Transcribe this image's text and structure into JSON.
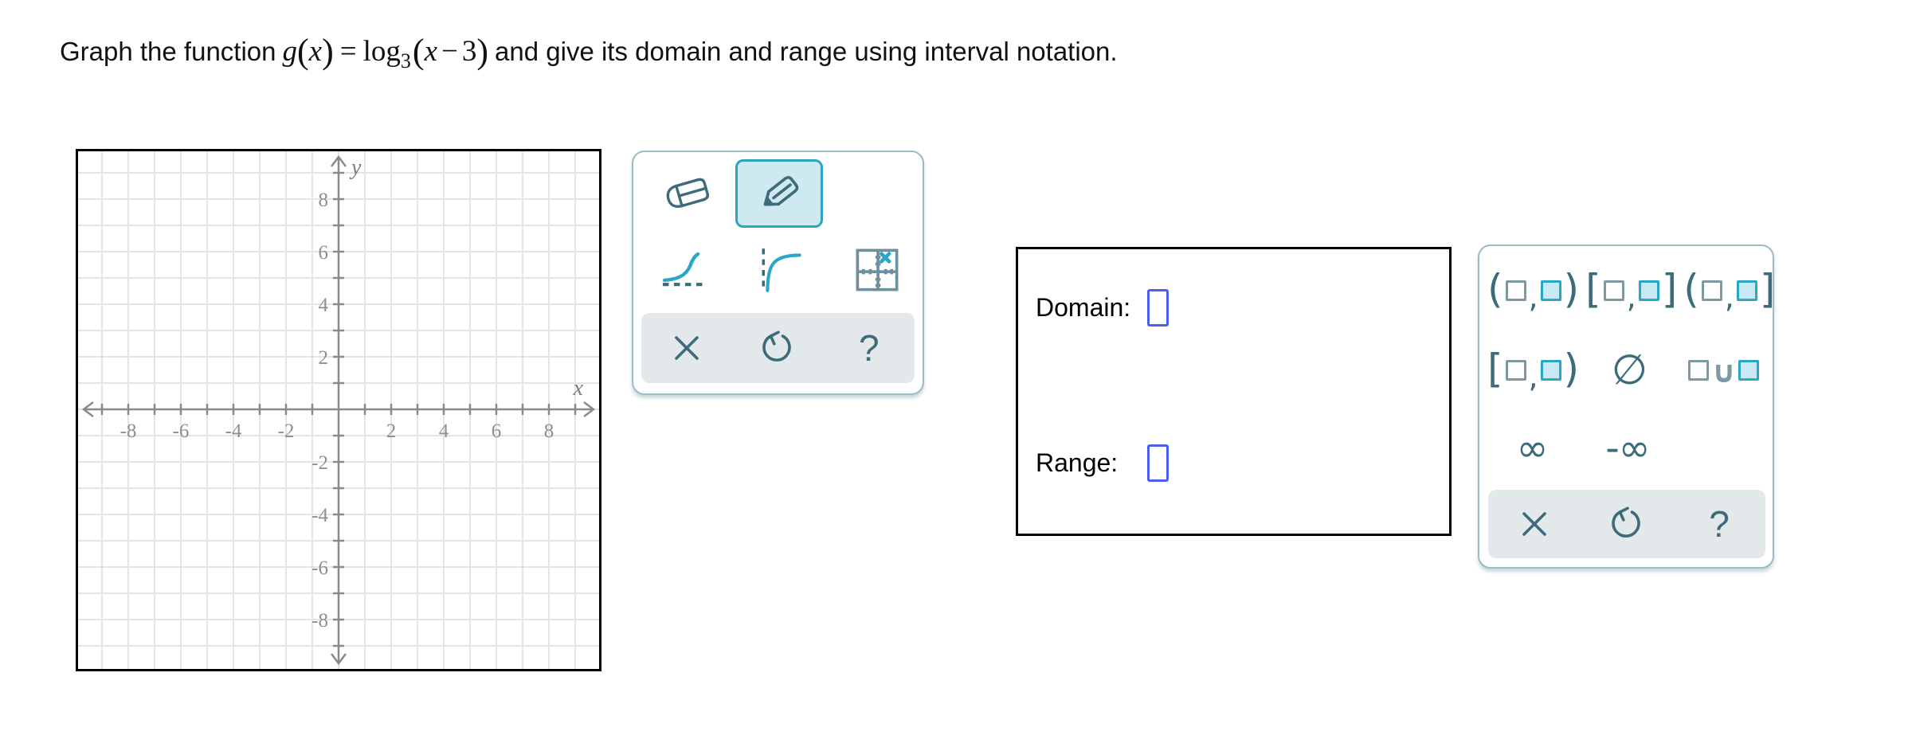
{
  "question": {
    "prefix": "Graph the function",
    "suffix": "and give its domain and range using interval notation.",
    "math_parts": [
      {
        "t": "g",
        "s": "it"
      },
      {
        "t": "(",
        "s": "paren"
      },
      {
        "t": "x",
        "s": "it"
      },
      {
        "t": ")",
        "s": "paren"
      },
      {
        "t": "=",
        "s": "eq"
      },
      {
        "t": "log",
        "s": "rm"
      },
      {
        "t": "3",
        "s": "sub"
      },
      {
        "t": "(",
        "s": "paren"
      },
      {
        "t": "x",
        "s": "it"
      },
      {
        "t": "−",
        "s": "op"
      },
      {
        "t": "3",
        "s": "rm"
      },
      {
        "t": ")",
        "s": "paren"
      }
    ]
  },
  "graph": {
    "type": "empty-coordinate-grid",
    "x_label": "x",
    "y_label": "y",
    "x_range": [
      -10,
      10
    ],
    "y_range": [
      -10,
      10
    ],
    "grid_step": 1,
    "tick_step": 1,
    "label_step": 2,
    "x_tick_labels": [
      -8,
      -6,
      -4,
      -2,
      2,
      4,
      6,
      8
    ],
    "y_tick_labels": [
      8,
      6,
      4,
      2,
      -2,
      -4,
      -6,
      -8
    ],
    "curves_plotted": []
  },
  "tools": {
    "selected_tool": "pencil",
    "items": [
      {
        "name": "eraser"
      },
      {
        "name": "pencil",
        "selected": true
      },
      {
        "name": "exponential-curve"
      },
      {
        "name": "logarithmic-curve"
      },
      {
        "name": "clear-graph"
      }
    ],
    "actions": [
      {
        "name": "clear",
        "glyph": "×"
      },
      {
        "name": "undo",
        "glyph": "↺"
      },
      {
        "name": "help",
        "glyph": "?"
      }
    ]
  },
  "answer_box": {
    "domain_label": "Domain:",
    "range_label": "Range:",
    "domain_value": "",
    "range_value": ""
  },
  "keypad": {
    "rows": [
      [
        {
          "name": "interval-open-open",
          "type": "interval",
          "open": "(",
          "sep": ",",
          "close": ")"
        },
        {
          "name": "interval-closed-closed",
          "type": "interval",
          "open": "[",
          "sep": ",",
          "close": "]"
        },
        {
          "name": "interval-open-closed",
          "type": "interval",
          "open": "(",
          "sep": ",",
          "close": "]"
        }
      ],
      [
        {
          "name": "interval-closed-open",
          "type": "interval",
          "open": "[",
          "sep": ",",
          "close": ")"
        },
        {
          "name": "empty-set",
          "type": "symbol",
          "symbol": "∅"
        },
        {
          "name": "union",
          "type": "union",
          "symbol": "∪"
        }
      ],
      [
        {
          "name": "infinity",
          "type": "inf",
          "symbol": "∞"
        },
        {
          "name": "negative-infinity",
          "type": "inf",
          "symbol": "-∞"
        }
      ]
    ],
    "actions": [
      {
        "name": "clear",
        "glyph": "×"
      },
      {
        "name": "undo",
        "glyph": "↺"
      },
      {
        "name": "help",
        "glyph": "?"
      }
    ]
  },
  "colors": {
    "accent_teal": "#28a7c7",
    "icon_slate": "#3e6b7a",
    "selected_bg": "#cfe9f1",
    "selected_border": "#2ea4c4",
    "panel_border": "#9cbcc4",
    "bar_bg": "#e3e9eb",
    "box_gray": "#7f99a2",
    "box_fill": "#c8e8f3",
    "slot_blue": "#4b5cf0",
    "grid_line": "#e4e4e4",
    "axis_gray": "#8a8a8a"
  }
}
